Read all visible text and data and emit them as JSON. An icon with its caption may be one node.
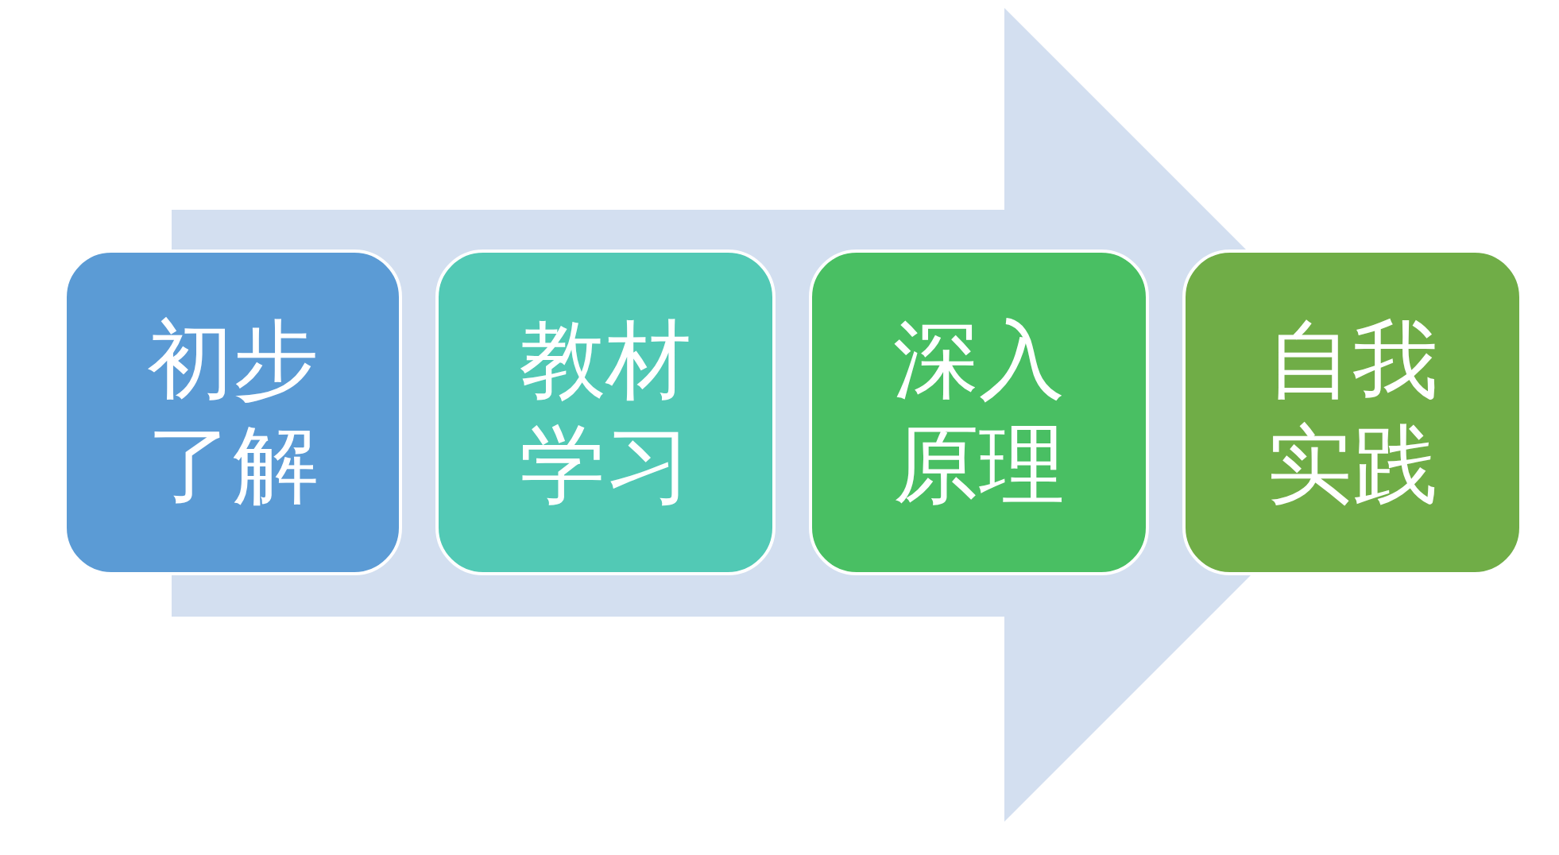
{
  "diagram": {
    "nodes": [
      {
        "text": [
          "初步了解"
        ]
      },
      {
        "text": [
          "教材学习"
        ]
      },
      {
        "text": [
          "深入原理"
        ]
      },
      {
        "text": [
          "自我实践"
        ]
      }
    ],
    "edges": [
      {
        "from": 0,
        "to": 3,
        "arrow": "to"
      }
    ]
  }
}
